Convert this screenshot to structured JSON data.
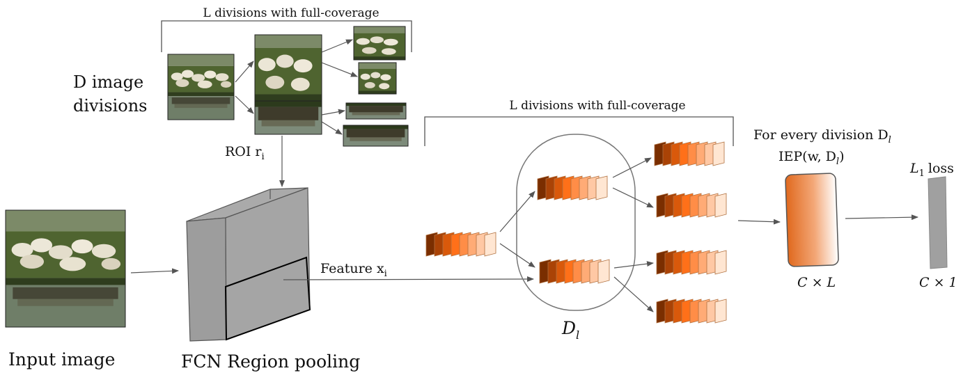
{
  "labels": {
    "top_bracket": "L divisions with full-coverage",
    "mid_bracket": "L divisions with full-coverage",
    "d_image_divisions_1": "D image",
    "d_image_divisions_2": "divisions",
    "roi": "ROI r",
    "roi_sub": "i",
    "input_image": "Input image",
    "fcn_region_pooling": "FCN Region pooling",
    "feature": "Feature x",
    "feature_sub": "i",
    "d_l": "D",
    "d_l_sub": "l",
    "for_every_division": "For every division D",
    "for_every_division_sub": "l",
    "iep": "IEP(w, D",
    "iep_sub": "l",
    "iep_close": ")",
    "l1_loss": "L",
    "l1_sub": "1",
    "l1_rest": "loss",
    "c_times_l": "C × L",
    "c_times_1": "C × 1"
  },
  "colors": {
    "orange_dark": "#7a2e00",
    "orange_mid": "#ff6a10",
    "orange_light": "#ffe6d2",
    "box_gray": "#a3a3a3",
    "edge_gray": "#555555"
  }
}
